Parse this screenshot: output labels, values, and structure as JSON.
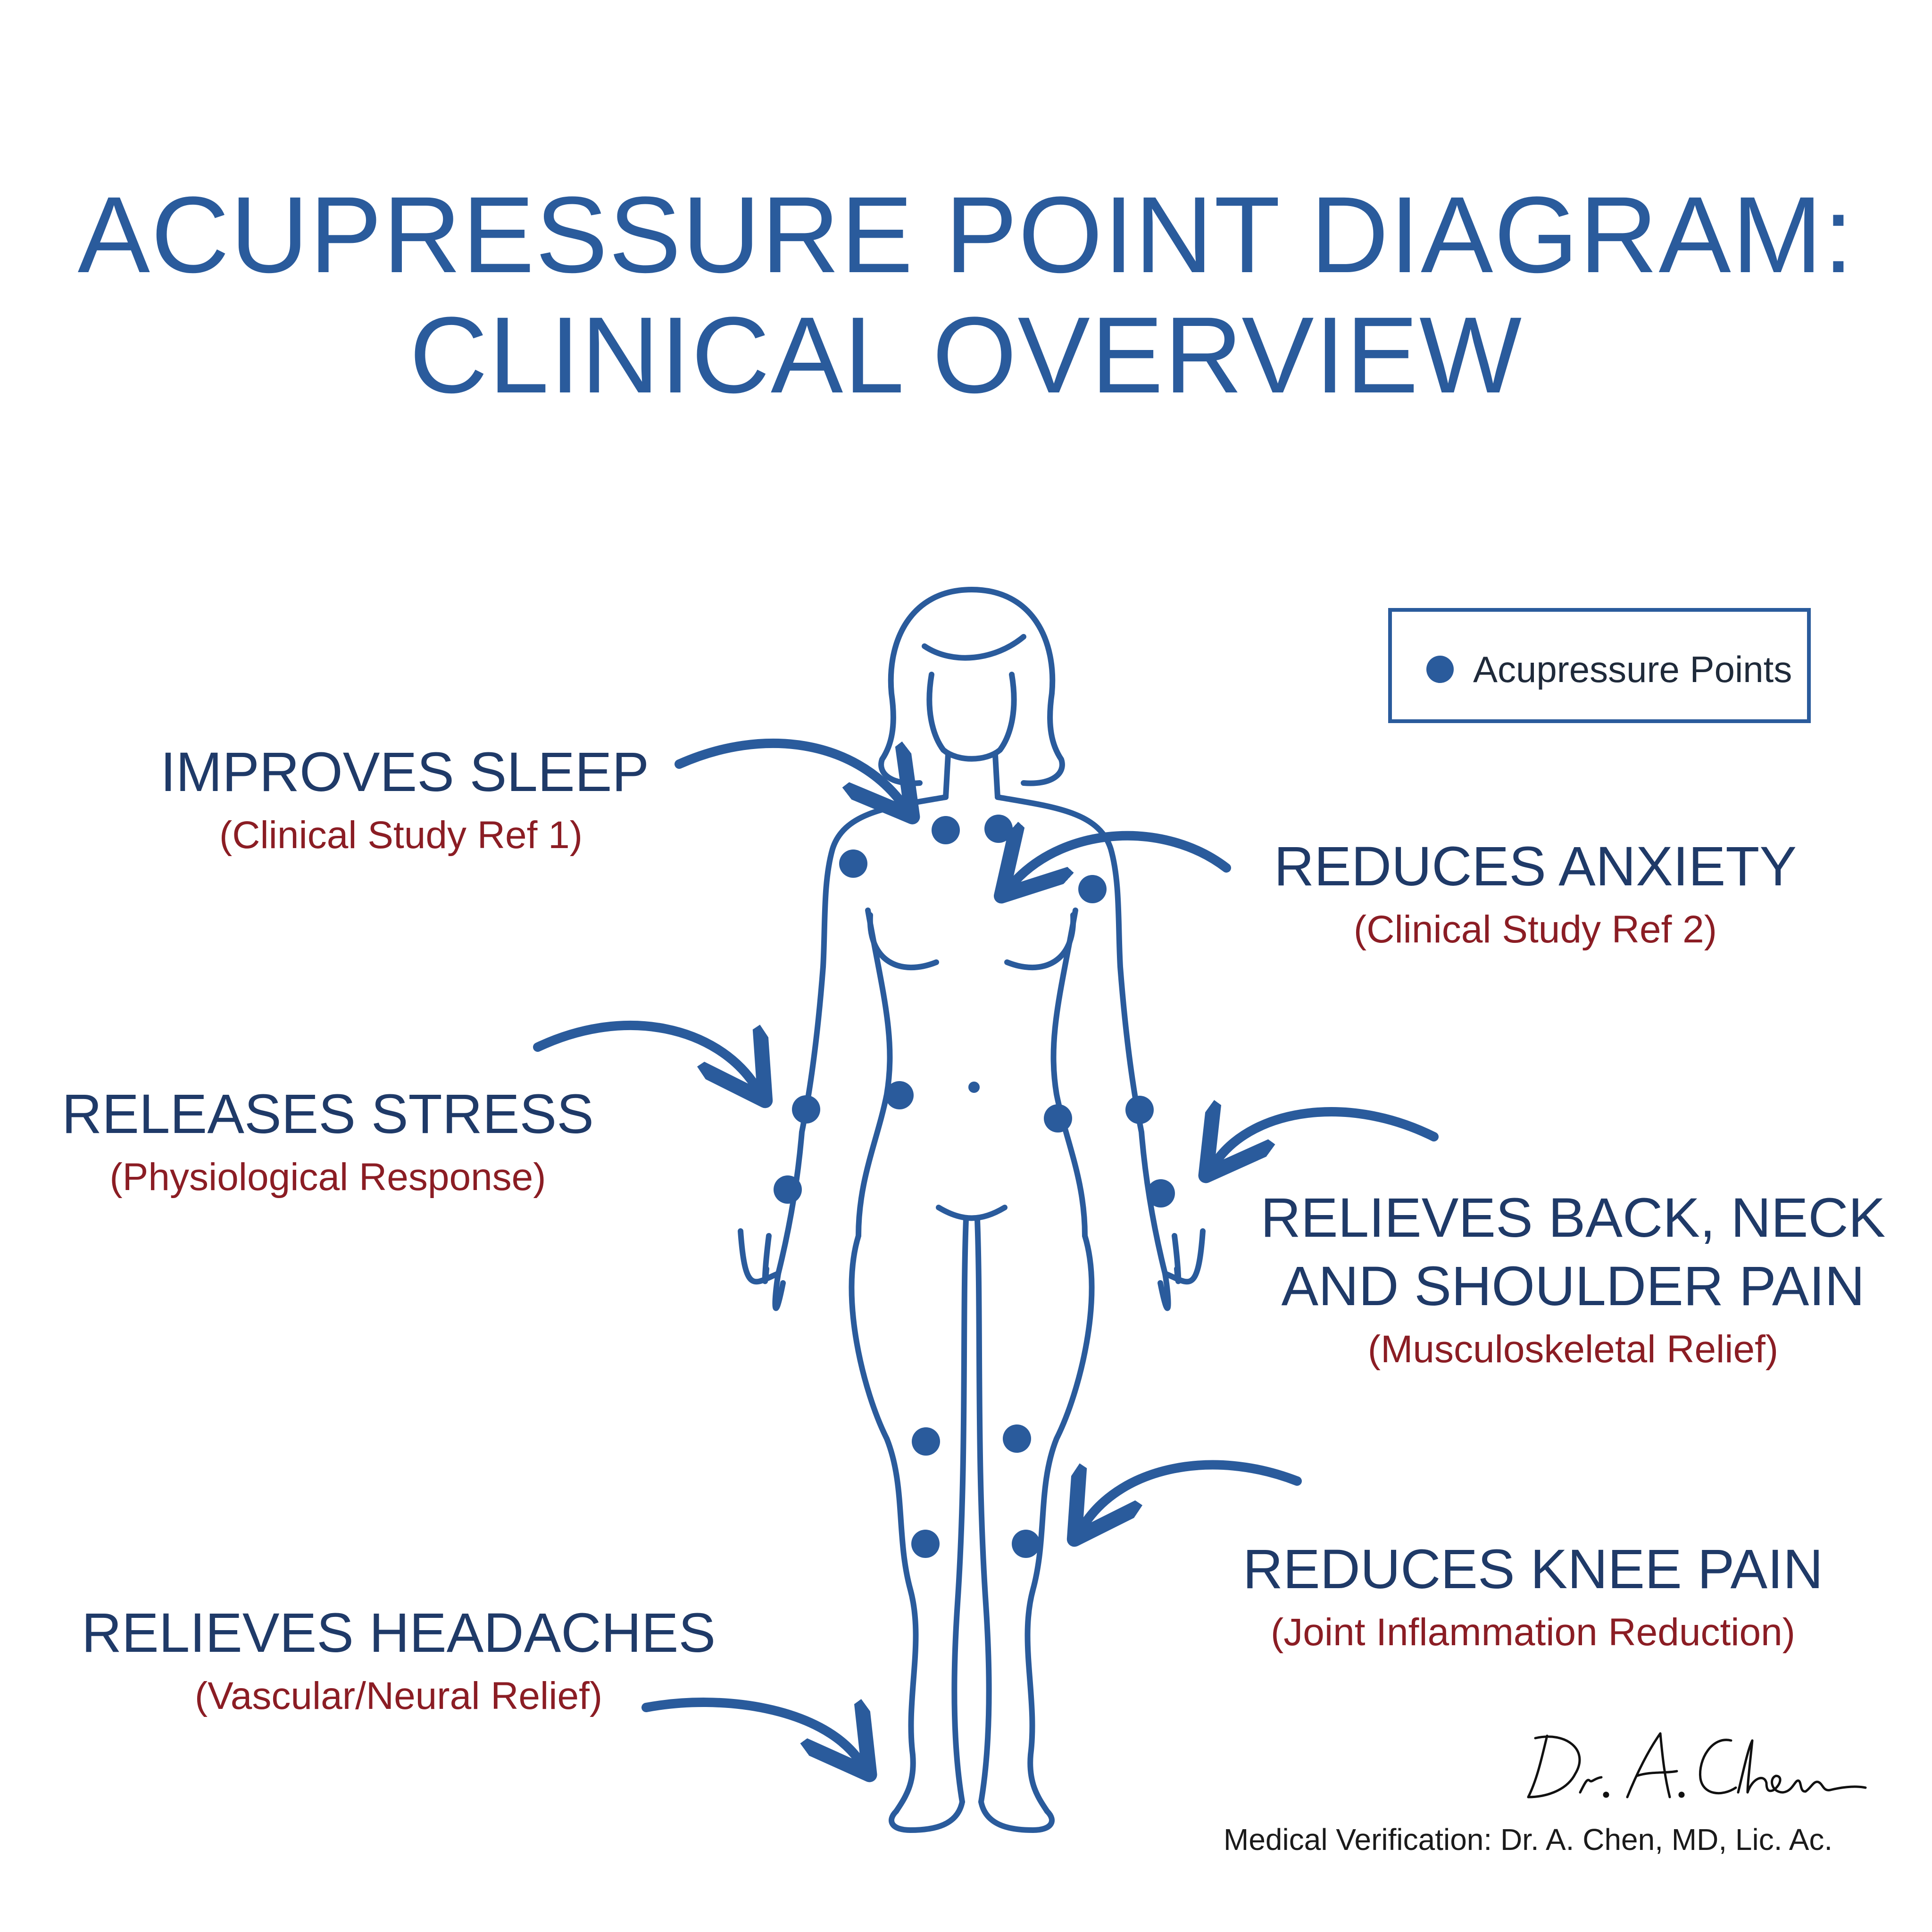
{
  "title": {
    "line1": "ACUPRESSURE POINT DIAGRAM:",
    "line2": "CLINICAL OVERVIEW"
  },
  "legend": {
    "label": "Acupressure Points",
    "marker_icon": "filled-circle",
    "marker_color": "#2a5b9c"
  },
  "benefits": [
    {
      "heading": [
        "IMPROVES SLEEP"
      ],
      "source": "(Clinical Study Ref 1)"
    },
    {
      "heading": [
        "REDUCES ANXIETY"
      ],
      "source": "(Clinical Study Ref 2)"
    },
    {
      "heading": [
        "RELEASES STRESS"
      ],
      "source": "(Physiological Response)"
    },
    {
      "heading": [
        "RELIEVES BACK, NECK",
        "AND SHOULDER PAIN"
      ],
      "source": "(Musculoskeletal Relief)"
    },
    {
      "heading": [
        "REDUCES KNEE PAIN"
      ],
      "source": "(Joint Inflammation Reduction)"
    },
    {
      "heading": [
        "RELIEVES HEADACHES"
      ],
      "source": "(Vascular/Neural Relief)"
    }
  ],
  "signature": {
    "text": "Dr. A. Chen",
    "verification": "Medical Verification: Dr. A. Chen, MD, Lic. Ac."
  },
  "colors": {
    "outline_blue": "#2a5b9c",
    "heading_navy": "#1f3a68",
    "source_red": "#8b1d24"
  }
}
